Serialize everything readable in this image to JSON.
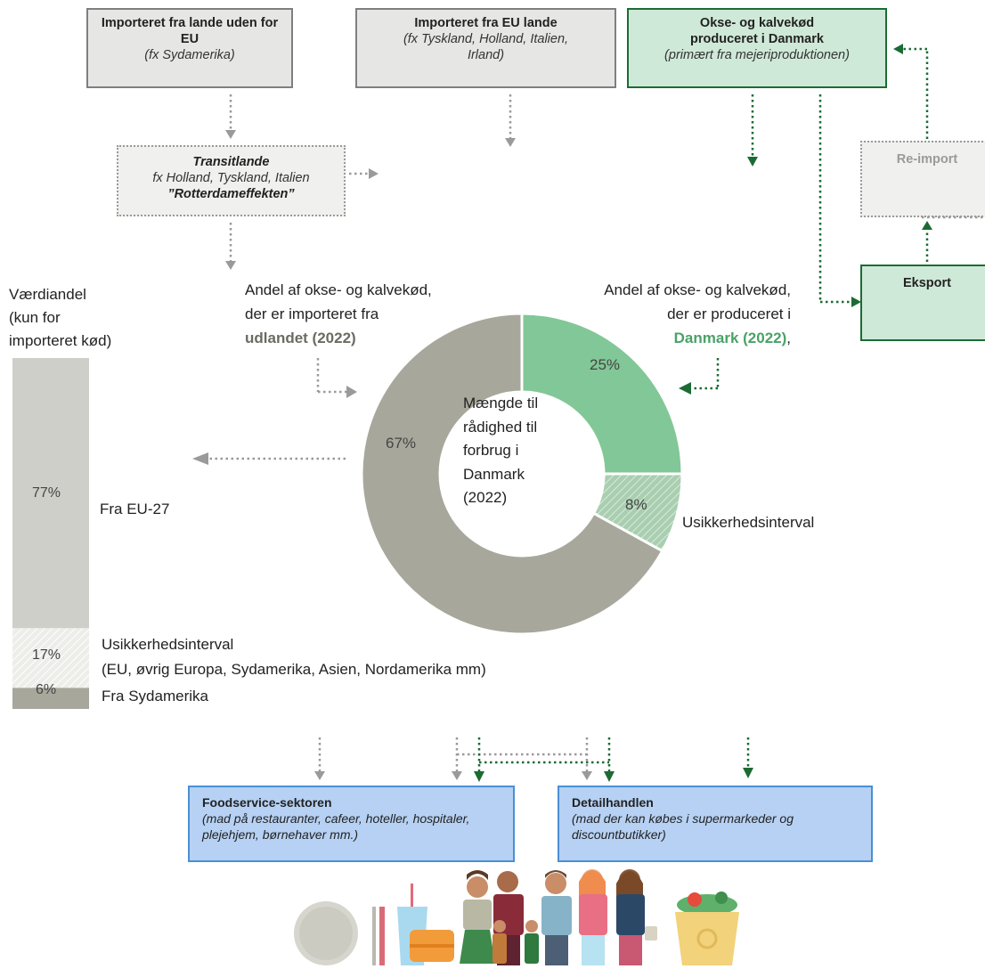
{
  "boxes": {
    "non_eu": {
      "title": "Importeret fra lande uden for EU",
      "subtitle": "(fx Sydamerika)"
    },
    "eu": {
      "title": "Importeret fra EU lande",
      "subtitle": "(fx Tyskland, Holland, Italien, Irland)"
    },
    "dk": {
      "title": "Okse- og kalvekød produceret i Danmark",
      "subtitle": "(primært fra mejeriproduktionen)"
    },
    "transit": {
      "title": "Transitlande",
      "subtitle": "fx Holland, Tyskland, Italien",
      "effect": "”Rotterdameffekten”"
    },
    "reimport": {
      "title": "Re-import"
    },
    "export": {
      "title": "Eksport"
    }
  },
  "left_bar": {
    "title_lines": [
      "Værdiandel",
      "(kun for",
      "importeret kød)"
    ],
    "segments": [
      {
        "value_pct": 77,
        "label": "77%",
        "side_label": "Fra EU-27",
        "color": "#cfcfc9"
      },
      {
        "value_pct": 17,
        "label": "17%",
        "side_label": "Usikkerhedsinterval",
        "side_label_2": "(EU, øvrig Europa, Sydamerika, Asien, Nordamerika mm)",
        "color": "#ededea"
      },
      {
        "value_pct": 6,
        "label": "6%",
        "side_label": "Fra Sydamerika",
        "color": "#a7a79c"
      }
    ]
  },
  "donut": {
    "center_lines": [
      "Mængde til",
      "rådighed til",
      "forbrug i",
      "Danmark",
      "(2022)"
    ],
    "segments": [
      {
        "value_pct": 25,
        "label": "25%",
        "color": "#82c797"
      },
      {
        "value_pct": 8,
        "label": "8%",
        "color": "#a9ceb0"
      },
      {
        "value_pct": 67,
        "label": "67%",
        "color": "#a7a79c"
      }
    ],
    "uncertainty_label": "Usikkerhedsinterval"
  },
  "annotations": {
    "import_share": {
      "line1": "Andel af okse- og kalvekød,",
      "line2": "der er importeret fra",
      "highlight": "udlandet (2022)"
    },
    "dk_share": {
      "line1": "Andel af okse- og kalvekød,",
      "line2": "der er produceret i",
      "highlight": "Danmark (2022)",
      "suffix": ","
    }
  },
  "sectors": {
    "foodservice": {
      "title": "Foodservice-sektoren",
      "subtitle": "(mad på restauranter, cafeer, hoteller, hospitaler, plejehjem, børnehaver mm.)"
    },
    "retail": {
      "title": "Detailhandlen",
      "subtitle": "(mad der kan købes i supermarkeder og discountbutikker)"
    }
  },
  "colors": {
    "grey_arrow": "#9a9a9a",
    "green_arrow": "#1c6b34",
    "import_text": "#6b6b62",
    "danmark_text": "#4aa268"
  }
}
